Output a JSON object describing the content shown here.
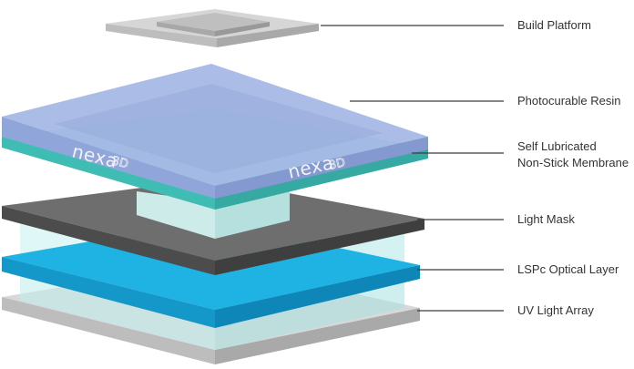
{
  "diagram": {
    "layers": [
      {
        "id": "build-platform",
        "label": "Build Platform",
        "color": "#cfcfcf"
      },
      {
        "id": "photocurable-resin",
        "label": "Photocurable Resin",
        "color": "#a9b9e6"
      },
      {
        "id": "membrane",
        "label": "Self Lubricated",
        "label_line2": "Non-Stick Membrane",
        "color": "#4cc9c0"
      },
      {
        "id": "light-mask",
        "label": "Light Mask",
        "color": "#6b6b6b"
      },
      {
        "id": "lspc-optical-layer",
        "label": "LSPc Optical Layer",
        "color": "#1ab0e0"
      },
      {
        "id": "uv-light-array",
        "label": "UV Light Array",
        "color": "#c8c8c8"
      }
    ],
    "brand": {
      "name": "nexa",
      "suffix": "3D"
    }
  }
}
